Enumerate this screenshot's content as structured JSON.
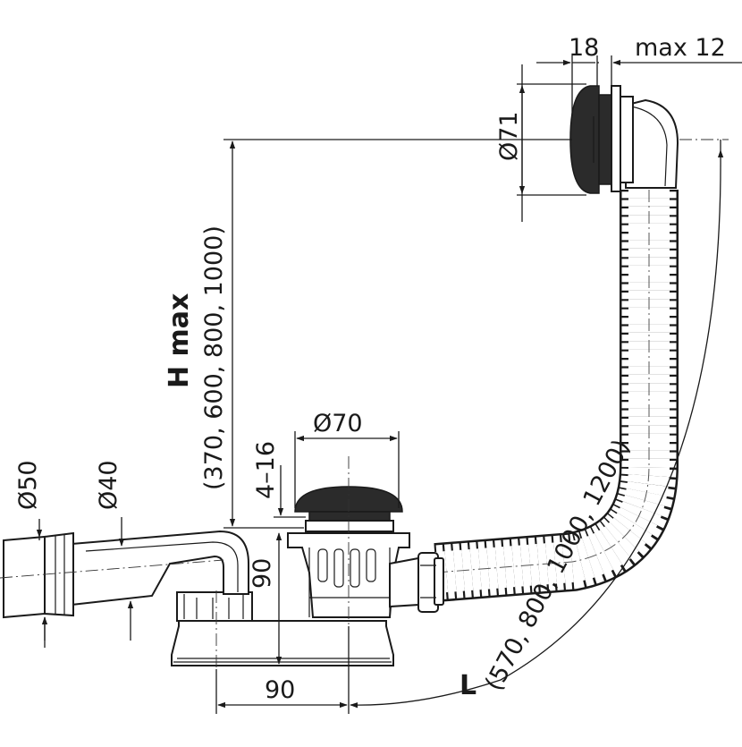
{
  "colors": {
    "line": "#1a1a1a",
    "cap": "#2b2b2b",
    "background": "#ffffff"
  },
  "dimensions": {
    "top_width": "18",
    "top_gap": "max 12",
    "top_diameter": "Ø71",
    "waste_diameter": "Ø70",
    "waste_gap": "4–16",
    "waste_height": "90",
    "horizontal_90": "90",
    "pipe_outer": "Ø50",
    "pipe_inner": "Ø40"
  },
  "h_label": {
    "title": "H max",
    "values": "(370, 600, 800, 1000)"
  },
  "l_label": {
    "title": "L",
    "values": "(570, 800, 1000, 1200)"
  }
}
